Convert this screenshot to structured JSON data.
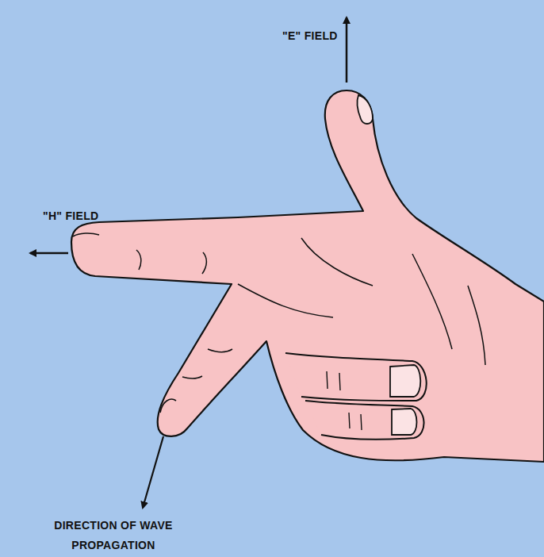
{
  "diagram": {
    "labels": [
      "\"E\" FIELD",
      "\"H\" FIELD",
      "DIRECTION OF WAVE PROPAGATION"
    ]
  }
}
